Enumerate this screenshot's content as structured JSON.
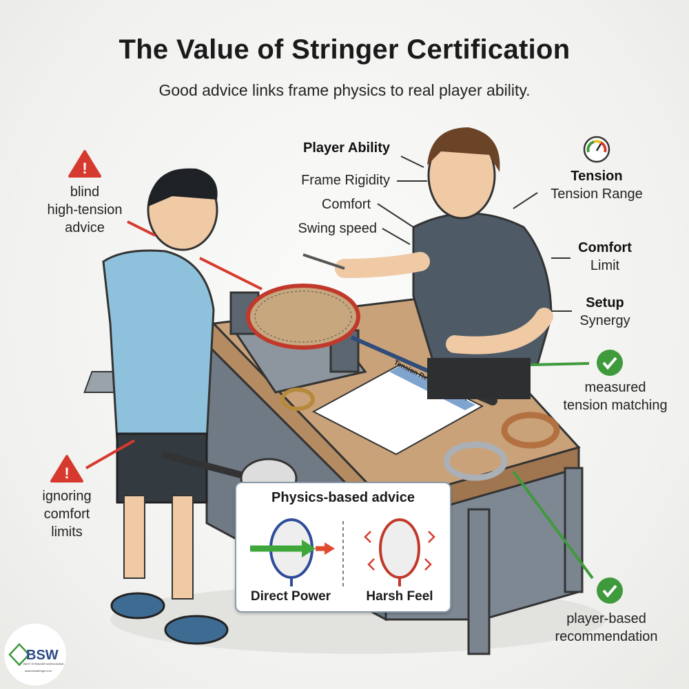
{
  "header": {
    "title": "The Value of Stringer Certification",
    "subtitle": "Good advice links frame physics to real player ability."
  },
  "callouts_center": [
    {
      "label": "Player Ability",
      "bold": true
    },
    {
      "label": "Frame Rigidity"
    },
    {
      "label": "Comfort"
    },
    {
      "label": "Swing speed"
    }
  ],
  "callouts_right": {
    "tension": {
      "title": "Tension",
      "sub": "Tension Range",
      "icon": "gauge-icon"
    },
    "comfort": {
      "title": "Comfort",
      "sub": "Limit"
    },
    "setup": {
      "title": "Setup",
      "sub": "Synergy"
    }
  },
  "warnings": [
    {
      "lines": [
        "blind",
        "high-tension",
        "advice"
      ],
      "icon": "warning-icon"
    },
    {
      "lines": [
        "ignoring",
        "comfort",
        "limits"
      ],
      "icon": "warning-icon"
    }
  ],
  "checks": [
    {
      "lines": [
        "measured",
        "tension matching"
      ],
      "icon": "check-icon"
    },
    {
      "lines": [
        "player-based",
        "recommendation"
      ],
      "icon": "check-icon"
    }
  ],
  "sheet": {
    "title": "Tension Reference Sheet"
  },
  "inset": {
    "title": "Physics-based advice",
    "left_caption": "Direct Power",
    "right_caption": "Harsh Feel"
  },
  "logo": {
    "text": "BSW",
    "tagline": "BEST STRINGER WORLDWIDE",
    "url": "www.beststringer.com"
  },
  "colors": {
    "warning": "#d63a2f",
    "check": "#3f9a3c",
    "good_arrow": "#3fa63a",
    "bad_arrow": "#e24a2e",
    "shirt_player": "#8ec2dc",
    "shirt_stringer": "#4e5a66",
    "table_top": "#c9a27a"
  }
}
